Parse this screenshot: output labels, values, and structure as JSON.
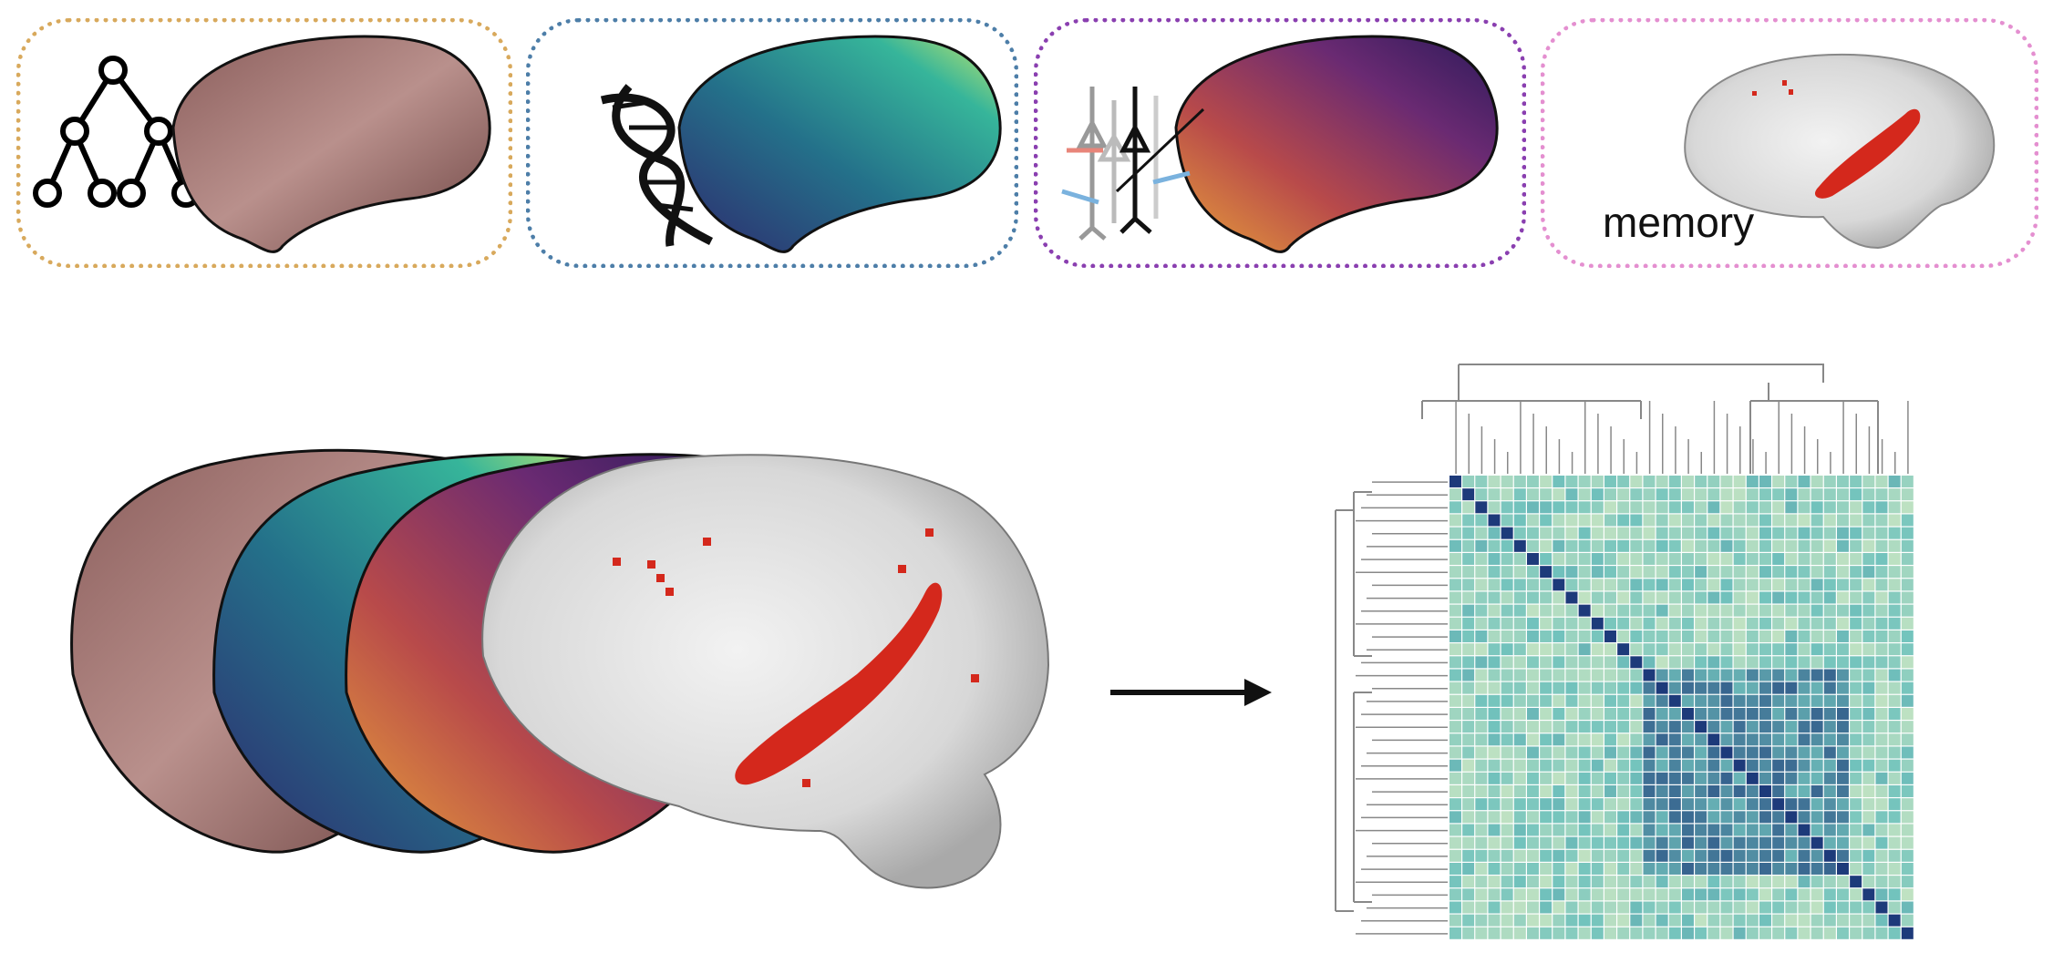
{
  "panels": [
    {
      "id": "network",
      "border_color": "#d8a95c",
      "icon": "network-tree-icon"
    },
    {
      "id": "genes",
      "border_color": "#4d7ea8",
      "icon": "dna-helix-icon"
    },
    {
      "id": "neurons",
      "border_color": "#8a3fb0",
      "icon": "neuron-cells-icon"
    },
    {
      "id": "memory",
      "border_color": "#e48fd0",
      "icon": "brain-slice-icon",
      "label": "memory"
    }
  ],
  "colors": {
    "map1": "#a97a78",
    "map2": "#2f8a8c",
    "map3": "#7a2a78",
    "activation": "#d4281c",
    "heatmap_low": "#f2f6c6",
    "heatmap_mid": "#72c3bd",
    "heatmap_high": "#1d3a7a",
    "dendrogram": "#888888",
    "arrow": "#111111"
  },
  "arrow_icon": "right-arrow-icon"
}
